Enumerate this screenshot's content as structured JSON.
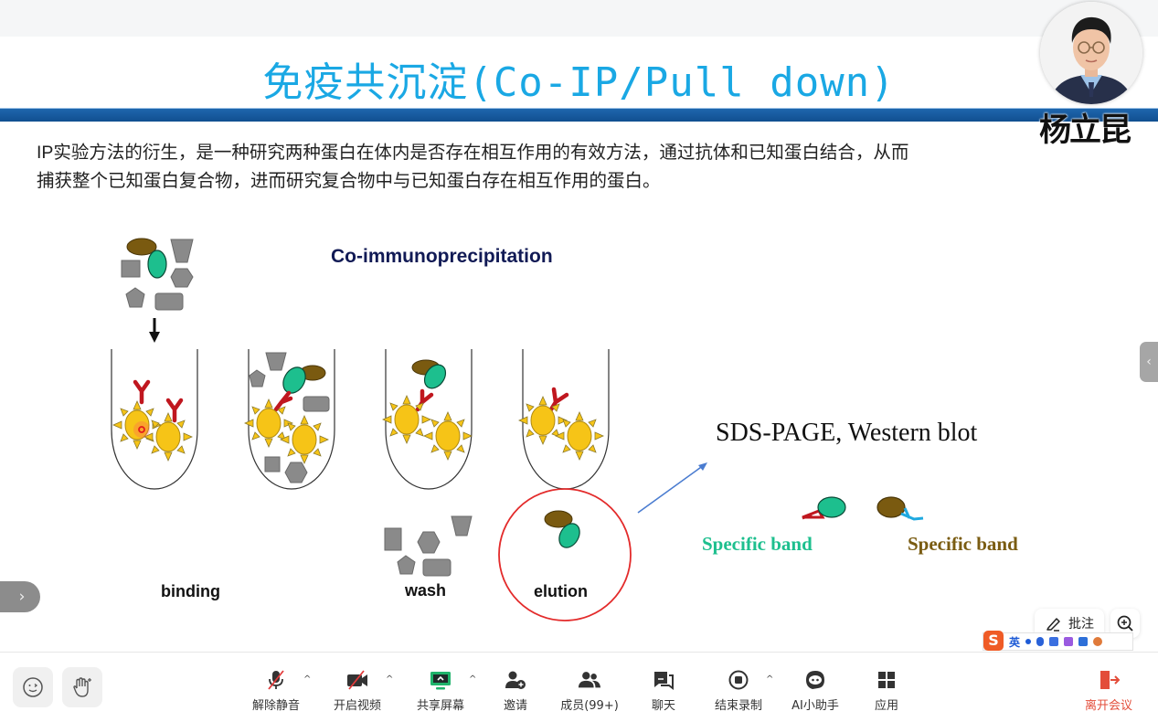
{
  "slide": {
    "title": "免疫共沉淀(Co-IP/Pull down)",
    "description_lines": [
      "IP实验方法的衍生，是一种研究两种蛋白在体内是否存在相互作用的有效方法，通过抗体和已知蛋白结合，从而",
      "捕获整个已知蛋白复合物，进而研究复合物中与已知蛋白存在相互作用的蛋白。"
    ],
    "diagram": {
      "heading": "Co-immunoprecipitation",
      "steps": [
        "binding",
        "wash",
        "elution"
      ],
      "analysis_label": "SDS-PAGE, Western blot",
      "bands": [
        {
          "label": "Specific band",
          "color": "#1dbf8e"
        },
        {
          "label": "Specific band",
          "color": "#7a5c12"
        }
      ],
      "colors": {
        "bait_protein": "#1dbf8e",
        "prey_protein": "#7a5a10",
        "antibody": "#c0171f",
        "bead": "#f6c417",
        "other_proteins": "#8a8a8a",
        "elution_circle": "#e32b2b",
        "arrow": "#4a7cd0",
        "secondary_antibody": "#1fa9e0"
      }
    }
  },
  "presenter": {
    "name": "杨立昆",
    "avatar_icon": "person-portrait-icon"
  },
  "overlay": {
    "annotate_label": "批注",
    "annotate_icon": "pen-icon",
    "zoom_icon": "zoom-in-icon",
    "right_panel_toggle": "‹",
    "left_panel_toggle": "›",
    "ime": {
      "logo": "S",
      "mode": "英"
    }
  },
  "toolbar": {
    "left_buttons": [
      {
        "name": "emoji-reaction",
        "icon": "emoji-icon"
      },
      {
        "name": "raise-hand",
        "icon": "hand-icon"
      }
    ],
    "items": [
      {
        "label": "解除静音",
        "icon": "mic-muted-icon",
        "caret": true
      },
      {
        "label": "开启视频",
        "icon": "camera-off-icon",
        "caret": true
      },
      {
        "label": "共享屏幕",
        "icon": "share-screen-icon",
        "caret": true
      },
      {
        "label": "邀请",
        "icon": "invite-icon",
        "caret": false
      },
      {
        "label": "成员(99+)",
        "icon": "members-icon",
        "caret": false
      },
      {
        "label": "聊天",
        "icon": "chat-icon",
        "caret": false
      },
      {
        "label": "结束录制",
        "icon": "record-stop-icon",
        "caret": true
      },
      {
        "label": "AI小助手",
        "icon": "ai-assistant-icon",
        "caret": false
      },
      {
        "label": "应用",
        "icon": "apps-icon",
        "caret": false
      }
    ],
    "leave": {
      "label": "离开会议",
      "icon": "leave-icon",
      "color": "#e34d3a"
    },
    "share_color": "#1fb36b"
  }
}
